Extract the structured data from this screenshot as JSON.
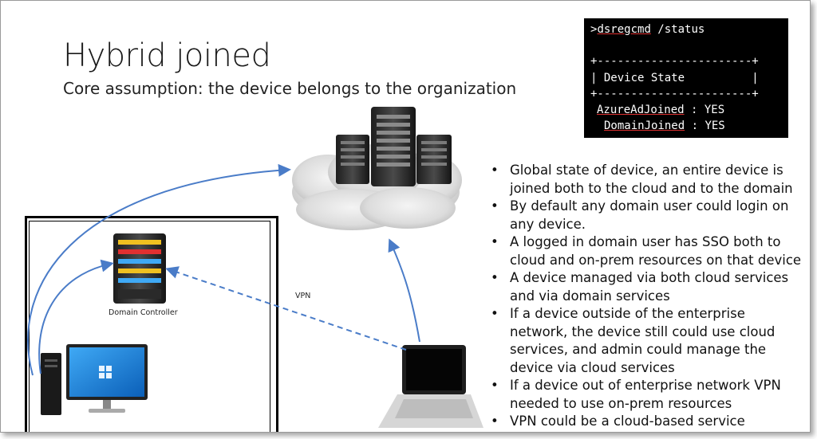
{
  "slide": {
    "title": "Hybrid joined",
    "subtitle": "Core assumption: the device belongs to the organization"
  },
  "terminal": {
    "command_prompt": ">",
    "command": "dsregcmd",
    "command_args": " /status",
    "border_line": "+-----------------------+",
    "header": "| Device State          |",
    "rows": [
      {
        "key": "AzureAdJoined",
        "sep": " : ",
        "value": "YES"
      },
      {
        "key": "DomainJoined",
        "sep": " : ",
        "value": "YES"
      }
    ]
  },
  "diagram": {
    "domain_controller_label": "Domain Controller",
    "vpn_label": "VPN",
    "arrow_color": "#4a7cc8"
  },
  "bullets": [
    "Global state of device, an entire device is joined both to the cloud and to the domain",
    "By default any domain user could login on any device.",
    "A logged in domain user has SSO both to cloud and on-prem resources on that device",
    "A device managed via both cloud services and via domain services",
    "If a device outside of the enterprise network, the device still could use cloud services, and admin could manage the device via cloud services",
    "If a device out of enterprise network VPN needed to use on-prem resources",
    "VPN could be a cloud-based service"
  ]
}
